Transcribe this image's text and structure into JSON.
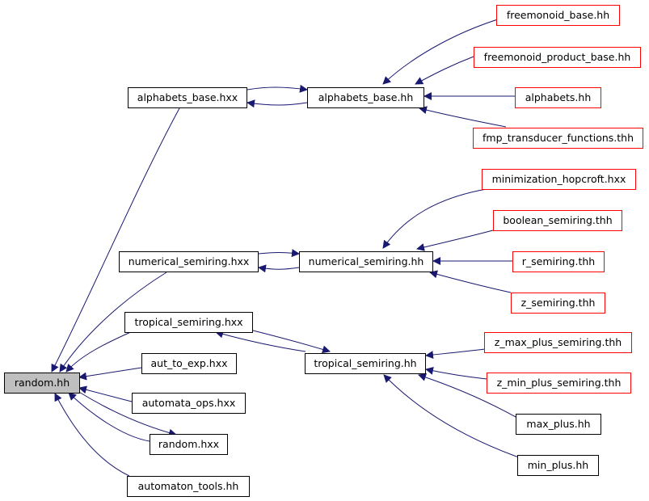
{
  "colors": {
    "edge": "#191970",
    "link_border": "#ff0000",
    "plain_border": "#000000",
    "root_fill": "#bfbfbf"
  },
  "nodes": {
    "random_hh": "random.hh",
    "alphabets_base_hxx": "alphabets_base.hxx",
    "alphabets_base_hh": "alphabets_base.hh",
    "freemonoid_base_hh": "freemonoid_base.hh",
    "freemonoid_product_base_hh": "freemonoid_product_base.hh",
    "alphabets_hh": "alphabets.hh",
    "fmp_transducer_functions_thh": "fmp_transducer_functions.thh",
    "numerical_semiring_hxx": "numerical_semiring.hxx",
    "numerical_semiring_hh": "numerical_semiring.hh",
    "minimization_hopcroft_hxx": "minimization_hopcroft.hxx",
    "boolean_semiring_thh": "boolean_semiring.thh",
    "r_semiring_thh": "r_semiring.thh",
    "z_semiring_thh": "z_semiring.thh",
    "tropical_semiring_hxx": "tropical_semiring.hxx",
    "tropical_semiring_hh": "tropical_semiring.hh",
    "z_max_plus_semiring_thh": "z_max_plus_semiring.thh",
    "z_min_plus_semiring_thh": "z_min_plus_semiring.thh",
    "max_plus_hh": "max_plus.hh",
    "min_plus_hh": "min_plus.hh",
    "aut_to_exp_hxx": "aut_to_exp.hxx",
    "automata_ops_hxx": "automata_ops.hxx",
    "random_hxx": "random.hxx",
    "automaton_tools_hh": "automaton_tools.hh"
  }
}
